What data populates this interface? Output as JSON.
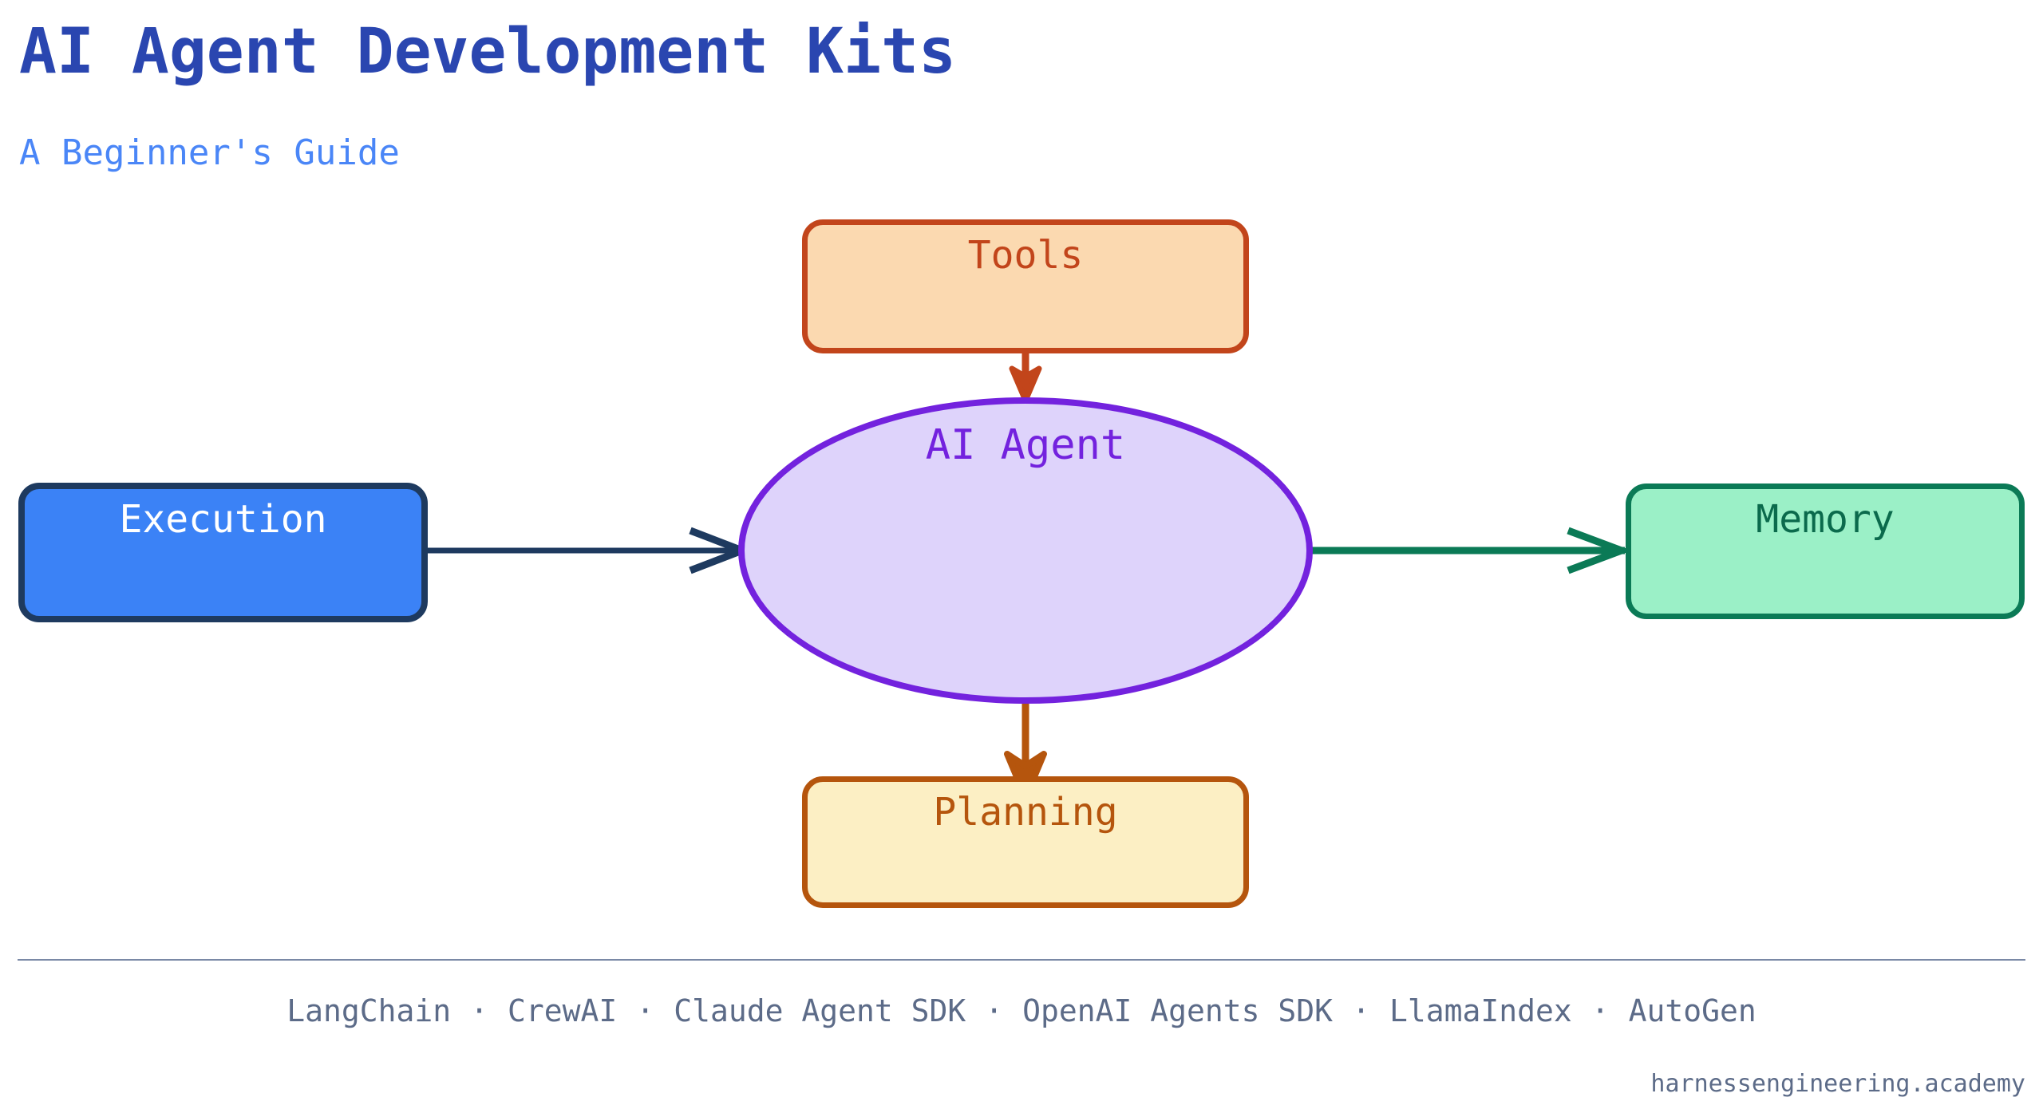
{
  "header": {
    "title": "AI Agent Development Kits",
    "subtitle": "A Beginner's Guide",
    "title_color": "#2a46b0",
    "subtitle_color": "#4a86f7"
  },
  "diagram": {
    "type": "node-link-diagram",
    "nodes": [
      {
        "id": "tools",
        "label": "Tools",
        "shape": "rounded-rect",
        "fill": "#fbd9b0",
        "stroke": "#c2451b",
        "text_color": "#c2451b"
      },
      {
        "id": "agent",
        "label": "AI Agent",
        "shape": "ellipse",
        "fill": "#ded3fb",
        "stroke": "#7322de",
        "text_color": "#7322de"
      },
      {
        "id": "execution",
        "label": "Execution",
        "shape": "rounded-rect",
        "fill": "#3b82f6",
        "stroke": "#1e3a5f",
        "text_color": "#ffffff"
      },
      {
        "id": "memory",
        "label": "Memory",
        "shape": "rounded-rect",
        "fill": "#9bf0c7",
        "stroke": "#0b7a56",
        "text_color": "#0b6a4c"
      },
      {
        "id": "planning",
        "label": "Planning",
        "shape": "rounded-rect",
        "fill": "#fcefc4",
        "stroke": "#b5550d",
        "text_color": "#b5550d"
      }
    ],
    "edges": [
      {
        "from": "tools",
        "to": "agent",
        "color": "#c2451b",
        "arrowhead": "filled",
        "direction": "down"
      },
      {
        "from": "agent",
        "to": "planning",
        "color": "#b5550d",
        "arrowhead": "filled",
        "direction": "down"
      },
      {
        "from": "execution",
        "to": "agent",
        "color": "#1e3a5f",
        "arrowhead": "open",
        "direction": "right"
      },
      {
        "from": "agent",
        "to": "memory",
        "color": "#0b7a56",
        "arrowhead": "open",
        "direction": "right"
      }
    ]
  },
  "footer": {
    "sdks": [
      "LangChain",
      "CrewAI",
      "Claude Agent SDK",
      "OpenAI Agents SDK",
      "LlamaIndex",
      "AutoGen"
    ],
    "separator": "·",
    "attribution": "harnessengineering.academy",
    "text_color": "#5c6b88",
    "divider_color": "#7a89a6"
  }
}
